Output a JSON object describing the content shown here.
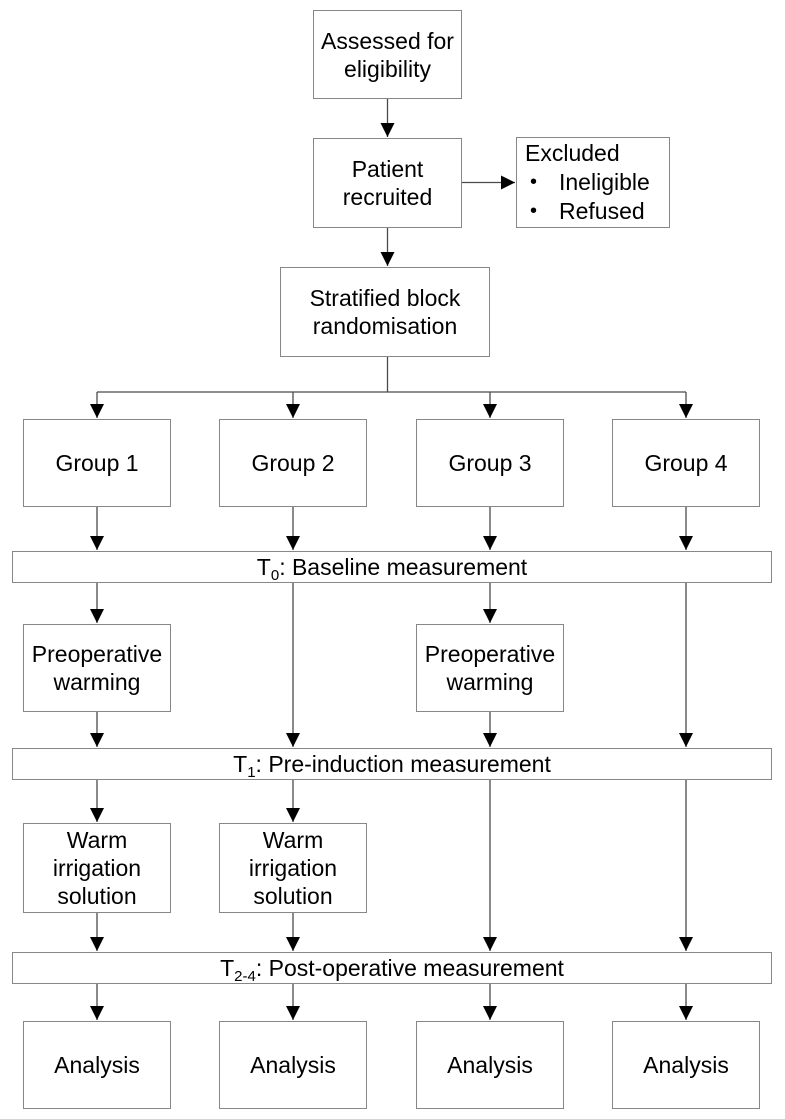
{
  "diagram": {
    "assessed": {
      "label": "Assessed for eligibility"
    },
    "patient": {
      "label": "Patient recruited"
    },
    "excluded": {
      "title": "Excluded",
      "bullet": "•",
      "items": [
        "Ineligible",
        "Refused"
      ]
    },
    "randomisation": {
      "label": "Stratified block randomisation"
    },
    "groups": [
      "Group 1",
      "Group 2",
      "Group 3",
      "Group 4"
    ],
    "timepoints": {
      "t0": {
        "symbol": "T",
        "subscript": "0",
        "label": ": Baseline measurement"
      },
      "t1": {
        "symbol": "T",
        "subscript": "1",
        "label": ": Pre-induction measurement"
      },
      "t24": {
        "symbol": "T",
        "subscript": "2-4",
        "label": ": Post-operative measurement"
      }
    },
    "preoperative_warming_labels": [
      "Preoperative warming",
      "Preoperative warming"
    ],
    "warm_irrigation_labels": [
      "Warm irrigation solution",
      "Warm irrigation solution"
    ],
    "analysis_labels": [
      "Analysis",
      "Analysis",
      "Analysis",
      "Analysis"
    ],
    "colors": {
      "border": "#878787",
      "connector": "#4a4a4a",
      "arrowhead": "#000000",
      "box_background": "#ffffff",
      "page_background": "#ffffff",
      "text": "#000000"
    }
  }
}
